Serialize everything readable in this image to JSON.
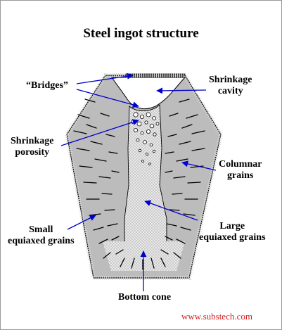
{
  "title": "Steel ingot structure",
  "labels": {
    "bridges": "“Bridges”",
    "shrinkage_cavity": [
      "Shrinkage",
      "cavity"
    ],
    "shrinkage_porosity": [
      "Shrinkage",
      "porosity"
    ],
    "columnar_grains": [
      "Columnar",
      "grains"
    ],
    "small_equiaxed": [
      "Small",
      "equiaxed grains"
    ],
    "large_equiaxed": [
      "Large",
      "equiaxed grains"
    ],
    "bottom_cone": "Bottom cone"
  },
  "credit": "www.substech.com",
  "colors": {
    "ingot_fill": "#b9b9b9",
    "core_fill": "#e6e6e6",
    "arrows": "#0000cc",
    "credit": "#d42020"
  }
}
